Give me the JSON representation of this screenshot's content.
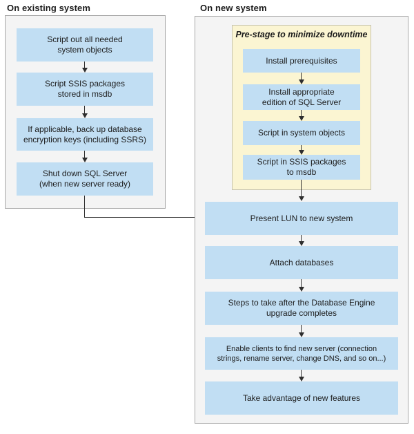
{
  "left_column": {
    "title": "On existing system",
    "steps": [
      "Script out all needed\nsystem objects",
      "Script SSIS packages\nstored in msdb",
      "If applicable, back up database\nencryption keys (including SSRS)",
      "Shut down SQL Server\n(when new server ready)"
    ]
  },
  "right_column": {
    "title": "On new system",
    "prestage": {
      "title": "Pre-stage to minimize downtime",
      "steps": [
        "Install prerequisites",
        "Install appropriate\nedition of SQL Server",
        "Script in system objects",
        "Script in SSIS packages\nto msdb"
      ]
    },
    "steps": [
      "Present LUN to new system",
      "Attach databases",
      "Steps to take after the Database Engine\nupgrade completes",
      "Enable clients to find new server (connection\nstrings, rename server, change DNS, and so on...)",
      "Take advantage of new features"
    ]
  },
  "colors": {
    "step_fill": "#c1def3",
    "prestage_fill": "#fbf5d2",
    "prestage_border": "#c6c3ae",
    "panel_fill": "#f4f4f4",
    "panel_border": "#a7a7a7",
    "arrow": "#2e2e2e",
    "text": "#1c1c1c"
  }
}
